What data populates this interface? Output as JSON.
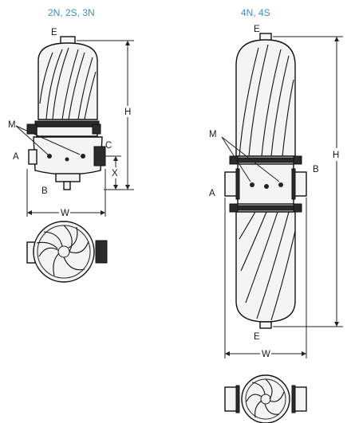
{
  "left_unit": {
    "models": "2N, 2S, 3N",
    "labels": {
      "E": "E",
      "H": "H",
      "M": "M",
      "A": "A",
      "B": "B",
      "C": "C",
      "X": "X",
      "W": "W"
    }
  },
  "right_unit": {
    "models": "4N, 4S",
    "labels": {
      "E_top": "E",
      "E_bottom": "E",
      "H": "H",
      "M": "M",
      "A": "A",
      "B": "B",
      "W": "W"
    }
  }
}
